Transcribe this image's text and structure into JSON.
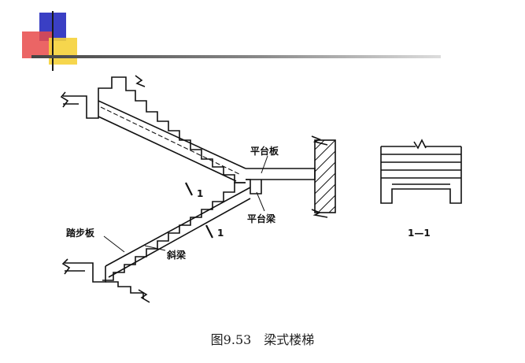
{
  "decoration": {
    "colors": {
      "blue": "#3a3fc4",
      "red": "#e84a4a",
      "yellow": "#f5d23a"
    }
  },
  "diagram": {
    "labels": {
      "platform_slab": "平台板",
      "platform_beam": "平台梁",
      "tread_slab": "踏步板",
      "inclined_beam": "斜梁",
      "section_mark_1": "1",
      "section_mark_2": "1",
      "section_title": "1—1"
    }
  },
  "caption": "图9.53　梁式楼梯"
}
